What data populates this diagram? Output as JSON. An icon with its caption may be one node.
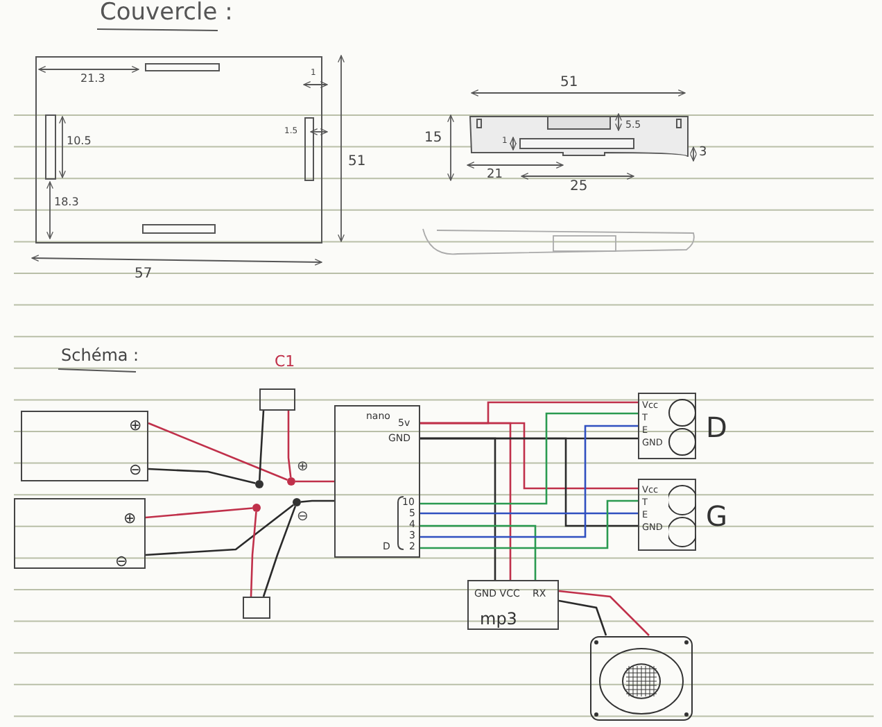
{
  "diagram": {
    "title": "Couvercle :",
    "nodes": [
      {
        "text": [
          "⊕",
          "⊖"
        ]
      },
      {
        "text": [
          "⊕",
          "⊖"
        ]
      },
      {
        "text": [
          "C1"
        ]
      },
      {
        "text": [],
        "shape": "box"
      },
      {
        "text": [
          "nano",
          "5v",
          "GND",
          "10",
          "5",
          "4",
          "3",
          "2",
          "D"
        ]
      },
      {
        "text": [
          "D",
          "Vcc",
          "T",
          "E",
          "GND"
        ]
      },
      {
        "text": [
          "G",
          "Vcc",
          "T",
          "E",
          "GND"
        ]
      },
      {
        "text": [
          "GND VCC",
          "RX",
          "mp3"
        ]
      },
      {
        "text": [],
        "shape": "picture"
      },
      {
        "text": [],
        "shape": "circle"
      },
      {
        "text": [],
        "shape": "circle"
      },
      {
        "text": [],
        "shape": "circle"
      },
      {
        "text": [],
        "shape": "circle"
      }
    ],
    "edges": [
      {
        "from": 0,
        "to": 9,
        "arrow": "none",
        "color": "#c0304a"
      },
      {
        "from": 0,
        "to": 10,
        "arrow": "none",
        "color": "#2a2a2a"
      },
      {
        "from": 1,
        "to": 11,
        "arrow": "none",
        "color": "#c0304a"
      },
      {
        "from": 1,
        "to": 12,
        "arrow": "none",
        "color": "#2a2a2a"
      },
      {
        "from": 2,
        "to": 9,
        "arrow": "none",
        "color": "#c0304a"
      },
      {
        "from": 2,
        "to": 10,
        "arrow": "none",
        "color": "#2a2a2a"
      },
      {
        "from": 11,
        "to": 3,
        "arrow": "none",
        "color": "#c0304a"
      },
      {
        "from": 12,
        "to": 3,
        "arrow": "none",
        "color": "#2a2a2a"
      },
      {
        "from": 9,
        "to": 4,
        "arrow": "none",
        "color": "#c0304a"
      },
      {
        "from": 12,
        "to": 4,
        "arrow": "none",
        "color": "#2a2a2a"
      },
      {
        "from": 4,
        "to": 5,
        "arrow": "none",
        "color": "#c0304a"
      },
      {
        "from": 4,
        "to": 6,
        "arrow": "none",
        "color": "#c0304a"
      },
      {
        "from": 4,
        "to": 7,
        "arrow": "none",
        "color": "#c0304a"
      },
      {
        "from": 4,
        "to": 5,
        "arrow": "none",
        "color": "#2a2a2a"
      },
      {
        "from": 4,
        "to": 6,
        "arrow": "none",
        "color": "#2a2a2a"
      },
      {
        "from": 4,
        "to": 7,
        "arrow": "none",
        "color": "#2a2a2a"
      },
      {
        "from": 4,
        "to": 5,
        "arrow": "none",
        "color": "#2a9a50"
      },
      {
        "from": 4,
        "to": 6,
        "arrow": "none",
        "color": "#3050c0"
      },
      {
        "from": 4,
        "to": 7,
        "arrow": "none",
        "color": "#2a9a50"
      },
      {
        "from": 4,
        "to": 5,
        "arrow": "none",
        "color": "#3050c0"
      },
      {
        "from": 4,
        "to": 6,
        "arrow": "none",
        "color": "#2a9a50"
      },
      {
        "from": 7,
        "to": 8,
        "arrow": "none",
        "color": "#c0304a"
      },
      {
        "from": 7,
        "to": 8,
        "arrow": "none",
        "color": "#2a2a2a"
      }
    ],
    "labels": [
      "21.3",
      "1",
      "1.5",
      "10.5",
      "51",
      "18.3",
      "57",
      "51",
      "15",
      "5.5",
      "1",
      "3",
      "21",
      "25",
      "Schéma :",
      "⊕",
      "⊖"
    ]
  }
}
